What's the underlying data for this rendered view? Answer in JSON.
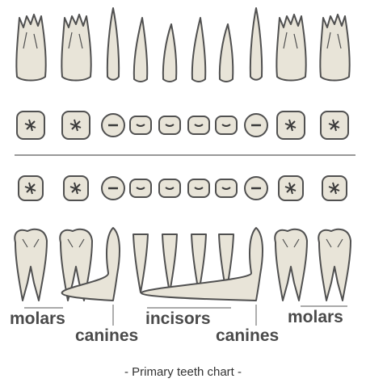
{
  "labels": {
    "molars_left": "molars",
    "canines_left": "canines",
    "incisors": "incisors",
    "canines_right": "canines",
    "molars_right": "molars"
  },
  "caption": "- Primary teeth chart -",
  "colors": {
    "tooth_fill": "#e8e4d8",
    "tooth_outline": "#505050",
    "occlusal_mark": "#3a3a3a",
    "divider": "#777777",
    "label_text": "#4a4a4a"
  },
  "arches": [
    {
      "name": "upper",
      "teeth": [
        "molar",
        "molar",
        "canine",
        "incisor",
        "incisor",
        "incisor",
        "incisor",
        "canine",
        "molar",
        "molar"
      ]
    },
    {
      "name": "lower",
      "teeth": [
        "molar",
        "molar",
        "canine",
        "incisor",
        "incisor",
        "incisor",
        "incisor",
        "canine",
        "molar",
        "molar"
      ]
    }
  ]
}
